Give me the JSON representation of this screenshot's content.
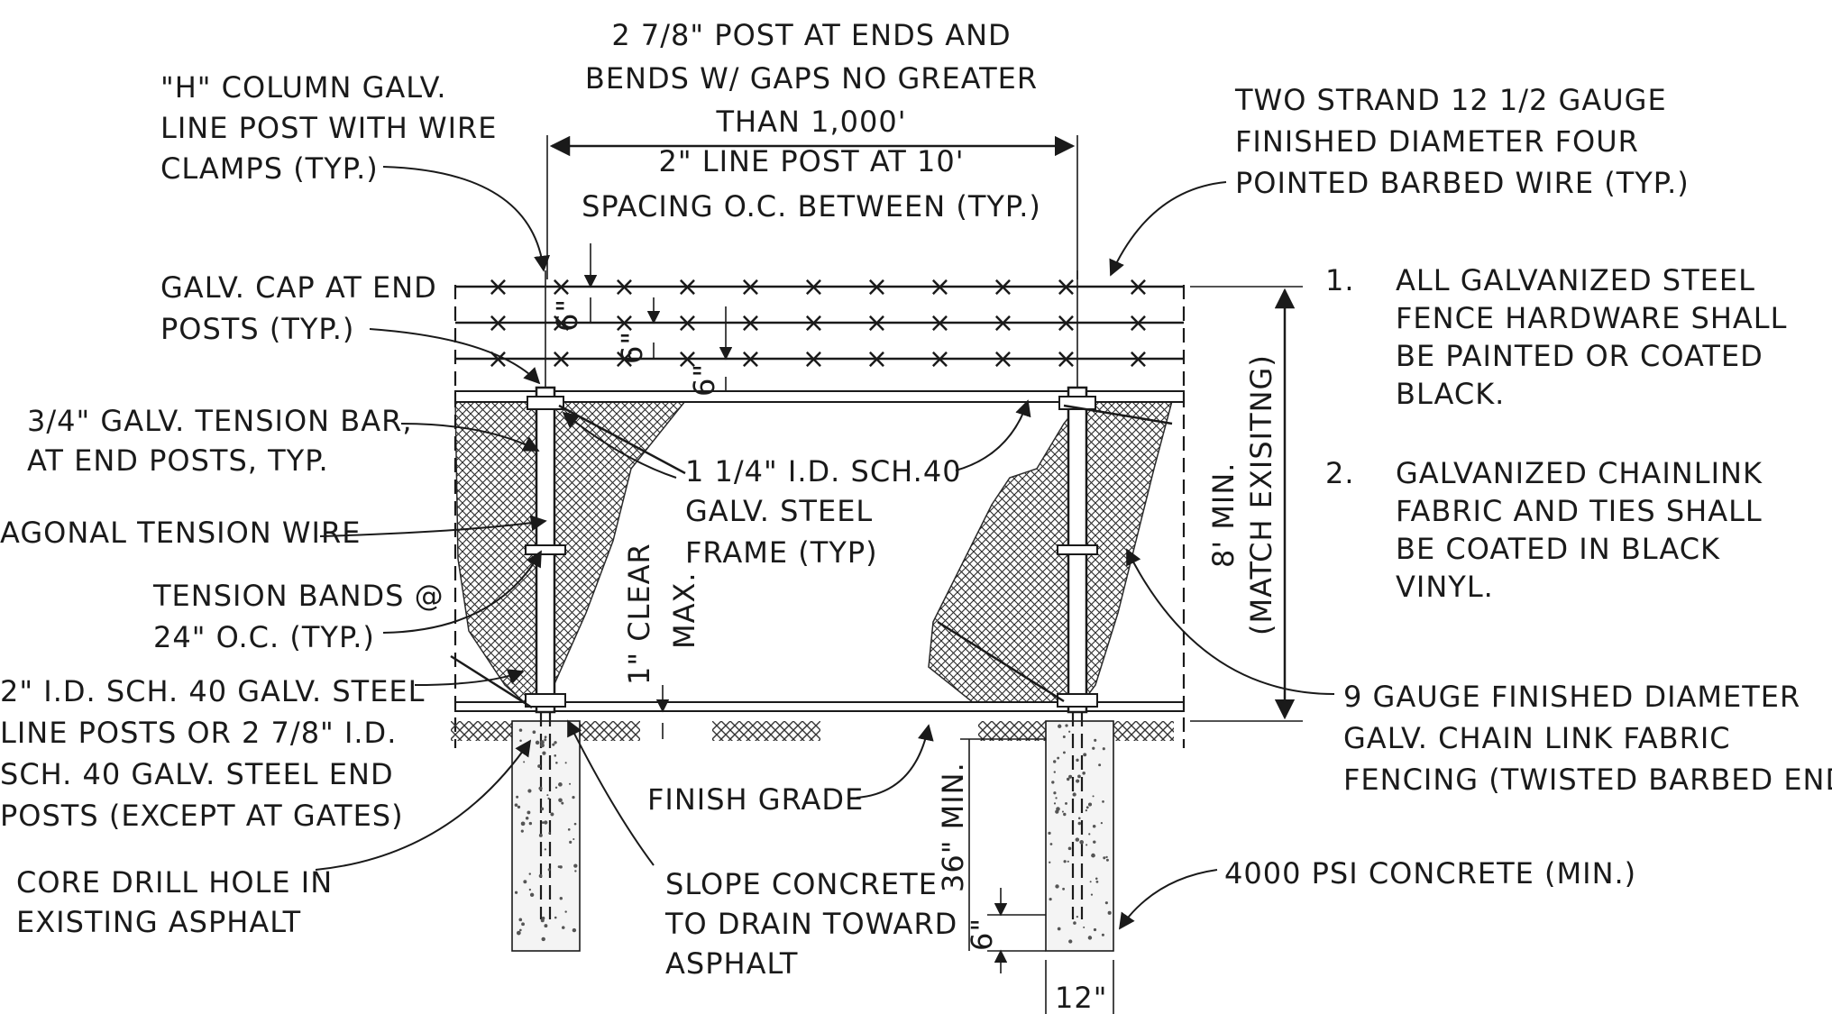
{
  "labels": {
    "post_spacing": [
      "2 7/8\" POST AT ENDS AND",
      "BENDS W/ GAPS NO GREATER",
      "THAN 1,000'",
      "2\" LINE POST AT 10'",
      "SPACING O.C. BETWEEN (TYP.)"
    ],
    "h_column": [
      "\"H\" COLUMN GALV.",
      "LINE POST WITH WIRE",
      "CLAMPS (TYP.)"
    ],
    "barbed_wire": [
      "TWO STRAND 12 1/2 GAUGE",
      "FINISHED DIAMETER FOUR",
      "POINTED BARBED WIRE (TYP.)"
    ],
    "galv_cap": [
      "GALV. CAP AT END",
      "POSTS (TYP.)"
    ],
    "tension_bar": [
      "3/4\" GALV. TENSION BAR,",
      "AT END POSTS, TYP."
    ],
    "diagonal_wire": "AGONAL TENSION WIRE",
    "tension_bands": [
      "TENSION BANDS @",
      "24\" O.C. (TYP.)"
    ],
    "line_posts": [
      "2\" I.D. SCH. 40 GALV. STEEL",
      "LINE POSTS OR 2 7/8\" I.D.",
      "SCH. 40 GALV. STEEL END",
      "POSTS (EXCEPT AT GATES)"
    ],
    "core_drill": [
      "CORE DRILL HOLE IN",
      "EXISTING ASPHALT"
    ],
    "frame": [
      "1 1/4\" I.D. SCH.40",
      "GALV. STEEL",
      "FRAME (TYP)"
    ],
    "clearance": [
      "1\" CLEAR",
      "MAX."
    ],
    "finish_grade": "FINISH GRADE",
    "slope_concrete": [
      "SLOPE CONCRETE",
      "TO DRAIN TOWARD",
      "ASPHALT"
    ],
    "embed_depth": "36\" MIN.",
    "concrete": "4000 PSI CONCRETE (MIN.)",
    "chain_link": [
      "9 GAUGE FINISHED DIAMETER",
      "GALV. CHAIN LINK FABRIC",
      "FENCING (TWISTED BARBED ENDS)"
    ],
    "height": [
      "8' MIN.",
      "(MATCH EXISITNG)"
    ],
    "dim_6": "6\"",
    "dim_12": "12\"",
    "notes": [
      {
        "num": "1.",
        "lines": [
          "ALL GALVANIZED STEEL",
          "FENCE HARDWARE SHALL",
          "BE PAINTED OR COATED",
          "BLACK."
        ]
      },
      {
        "num": "2.",
        "lines": [
          "GALVANIZED CHAINLINK",
          "FABRIC AND TIES SHALL",
          "BE COATED IN BLACK",
          "VINYL."
        ]
      }
    ],
    "barb_mark": "×"
  }
}
